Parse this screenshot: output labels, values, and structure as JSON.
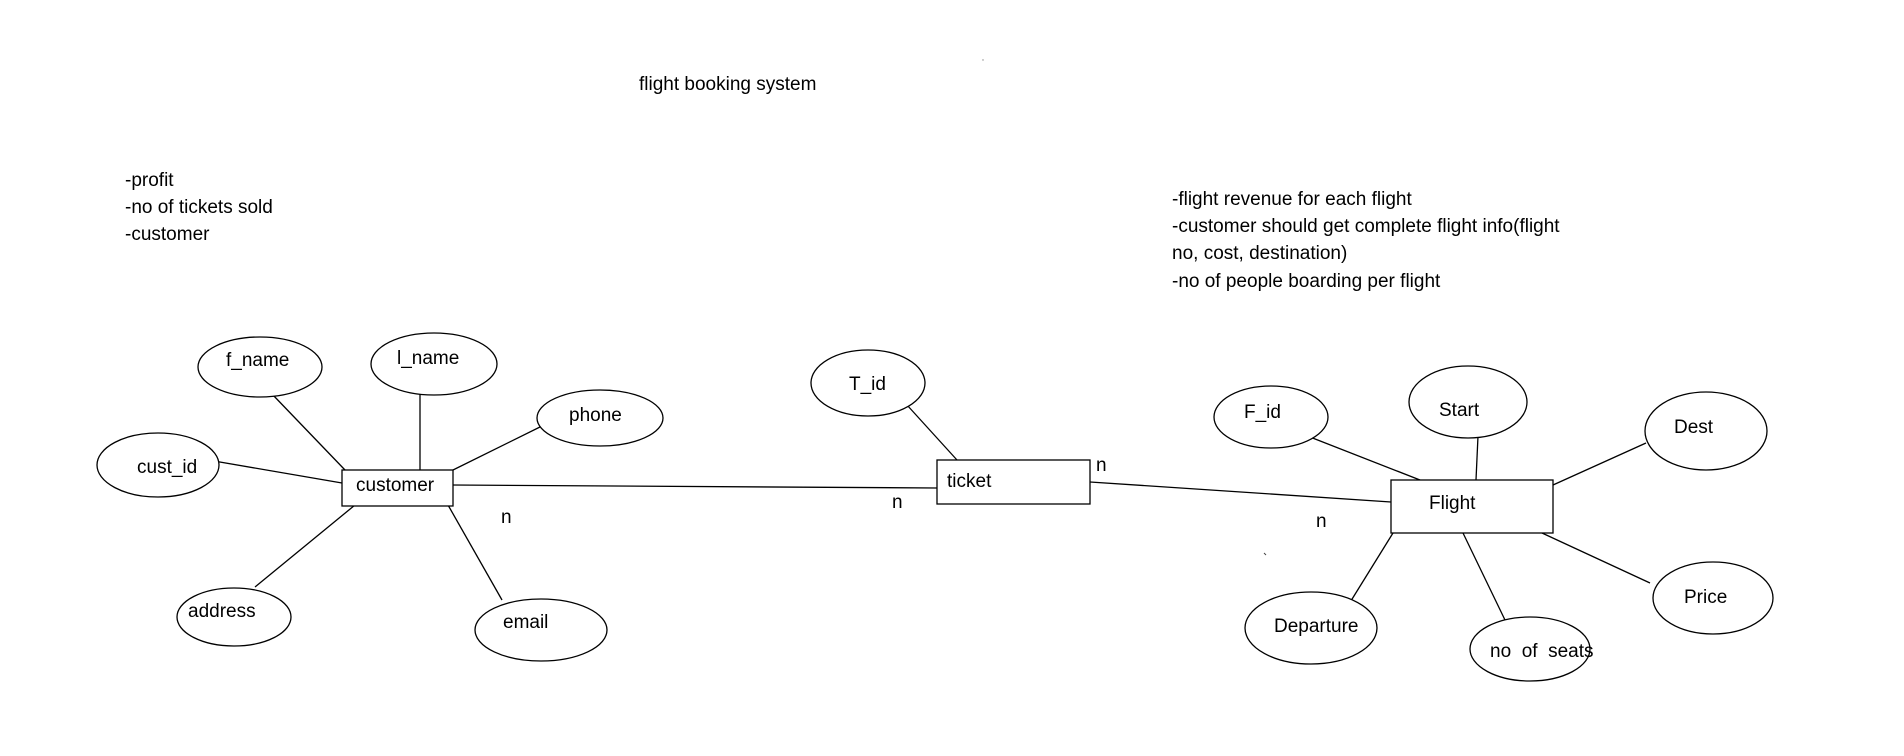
{
  "title": "flight booking system",
  "notes_left": [
    "-profit",
    "-no of tickets sold",
    "-customer"
  ],
  "notes_right": [
    "-flight revenue for each flight",
    "-customer should get complete flight info(flight",
    "no, cost, destination)",
    "-no of people boarding per flight"
  ],
  "entities": {
    "customer": "customer",
    "ticket": "ticket",
    "flight": "Flight"
  },
  "attributes": {
    "f_name": "f_name",
    "l_name": "l_name",
    "phone": "phone",
    "cust_id": "cust_id",
    "address": "address",
    "email": "email",
    "t_id": "T_id",
    "f_id": "F_id",
    "start": "Start",
    "dest": "Dest",
    "price": "Price",
    "departure": "Departure",
    "no_of_seats": "no  of  seats"
  },
  "cardinality": {
    "customer_side": "n",
    "ticket_left": "n",
    "ticket_right": "n",
    "flight_side": "n"
  }
}
